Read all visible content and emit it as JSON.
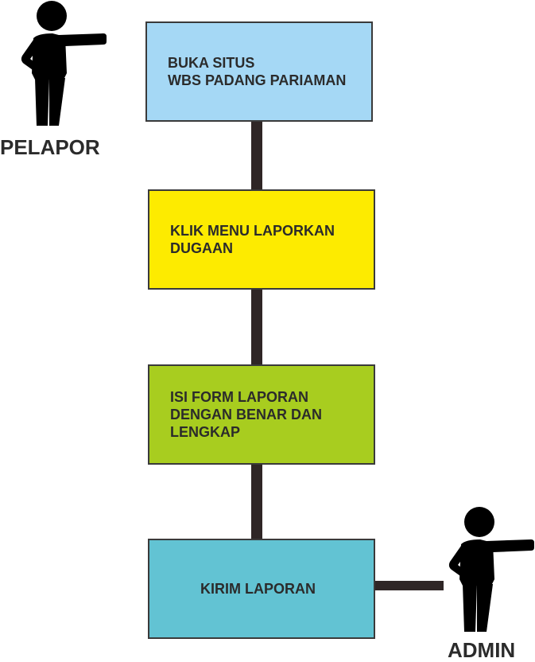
{
  "steps": [
    {
      "lines": [
        "BUKA SITUS",
        "WBS PADANG PARIAMAN"
      ],
      "color": "#a5d8f5"
    },
    {
      "lines": [
        "KLIK MENU LAPORKAN",
        "DUGAAN"
      ],
      "color": "#fdeb00"
    },
    {
      "lines": [
        "ISI FORM LAPORAN",
        "DENGAN BENAR DAN",
        "LENGKAP"
      ],
      "color": "#a8cd1f"
    },
    {
      "lines": [
        "KIRIM LAPORAN"
      ],
      "color": "#62c3d3"
    }
  ],
  "actors": {
    "pelapor": {
      "label": "PELAPOR",
      "icon": "person-pointing-icon"
    },
    "admin": {
      "label": "ADMIN",
      "icon": "person-pointing-icon"
    }
  },
  "connector_color": "#2f2626"
}
